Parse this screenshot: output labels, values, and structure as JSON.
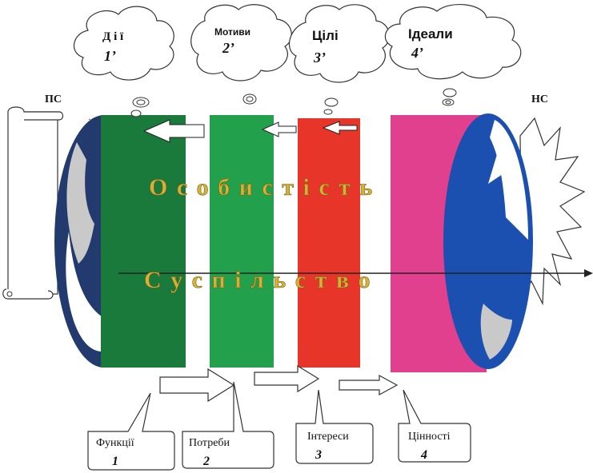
{
  "thoughts": [
    {
      "label": "Д і ї",
      "num": "1’"
    },
    {
      "label": "Мотиви",
      "num": "2’"
    },
    {
      "label": "Цілі",
      "num": "3’"
    },
    {
      "label": "Ідеали",
      "num": "4’"
    }
  ],
  "side_labels": {
    "left": "ПС",
    "right": "НС",
    "dots": "…"
  },
  "band_texts": {
    "personality": "О с о б и с т і с т ь",
    "society": "С у с п і л ь с т в о"
  },
  "callouts": [
    {
      "label": "Функції",
      "num": "1"
    },
    {
      "label": "Потреби",
      "num": "2"
    },
    {
      "label": "Інтереси",
      "num": "3"
    },
    {
      "label": "Цінності",
      "num": "4"
    }
  ],
  "colors": {
    "green": "#1a7a3c",
    "green_light": "#23a04c",
    "red": "#e8352a",
    "magenta": "#e0408e",
    "navy": "#223a6e",
    "blue": "#1b4fb0",
    "gold": "#d4b23a"
  }
}
